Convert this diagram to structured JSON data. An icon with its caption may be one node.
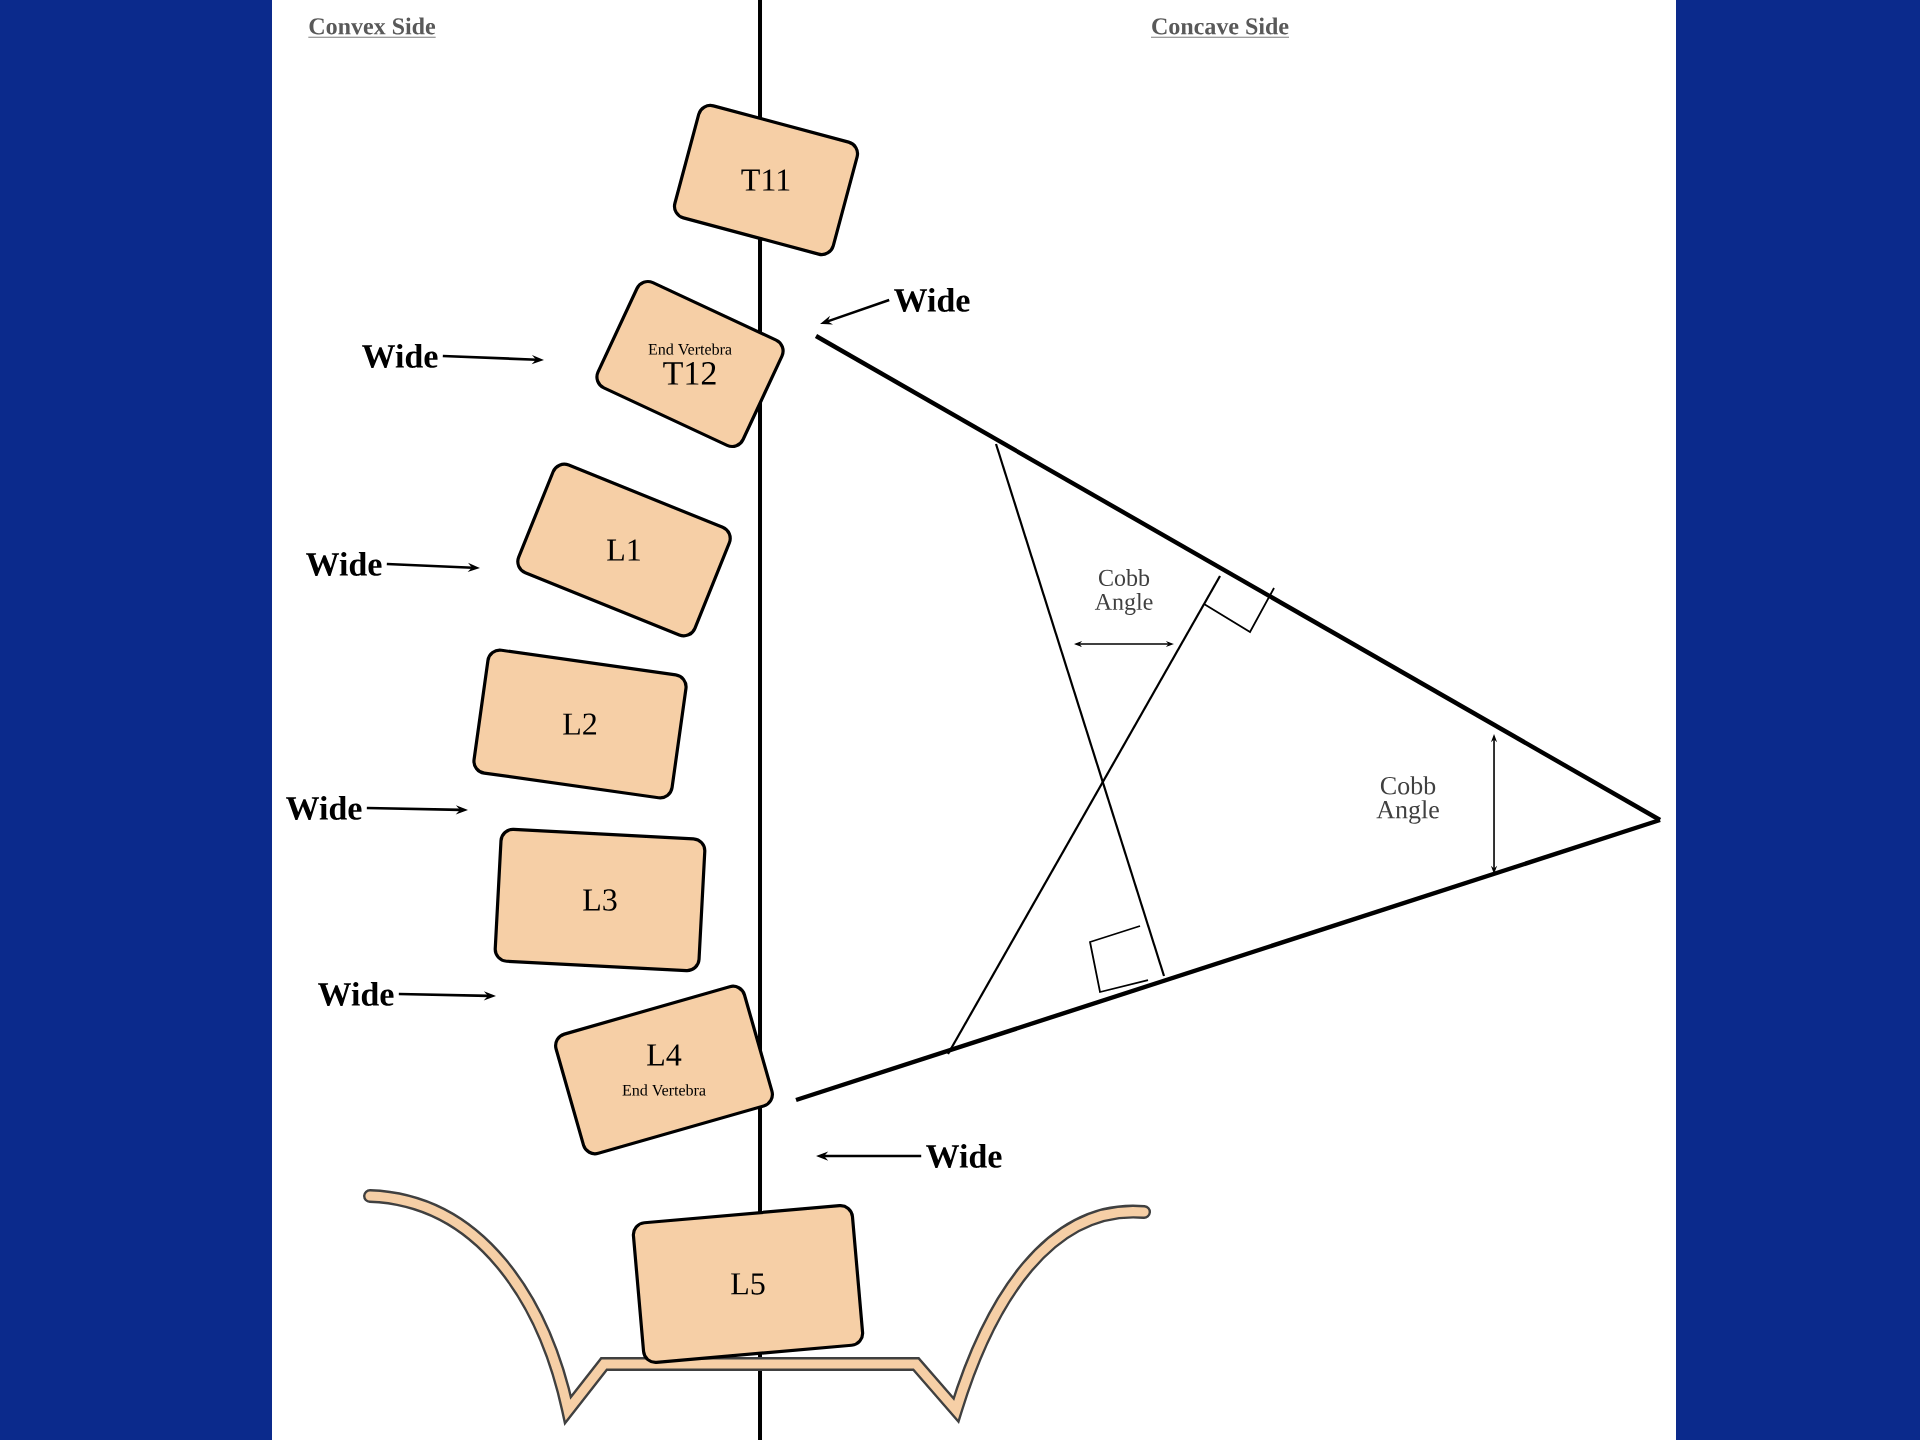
{
  "diagram": {
    "nodes": [
      {
        "text": [
          "T11"
        ]
      },
      {
        "text": [
          "End Vertebra",
          "T12"
        ]
      },
      {
        "text": [
          "L1"
        ]
      },
      {
        "text": [
          "L2"
        ]
      },
      {
        "text": [
          "L3"
        ]
      },
      {
        "text": [
          "L4",
          "End Vertebra"
        ]
      },
      {
        "text": [
          "L5"
        ]
      },
      {
        "text": [
          "Wide"
        ]
      },
      {
        "text": [
          "Wide"
        ]
      },
      {
        "text": [
          "Wide"
        ]
      },
      {
        "text": [
          "Wide"
        ]
      },
      {
        "text": [
          "Wide"
        ]
      },
      {
        "text": [
          "Wide"
        ]
      }
    ],
    "edges": [
      {
        "from": 7,
        "to": null,
        "arrow": "to"
      },
      {
        "from": 8,
        "to": null,
        "arrow": "to"
      },
      {
        "from": 9,
        "to": null,
        "arrow": "to"
      },
      {
        "from": 10,
        "to": null,
        "arrow": "to"
      },
      {
        "from": 11,
        "to": null,
        "arrow": "to"
      },
      {
        "from": 12,
        "to": null,
        "arrow": "to"
      }
    ],
    "labels": [
      "Convex Side",
      "Concave Side",
      "Cobb Angle",
      "Cobb Angle"
    ]
  }
}
